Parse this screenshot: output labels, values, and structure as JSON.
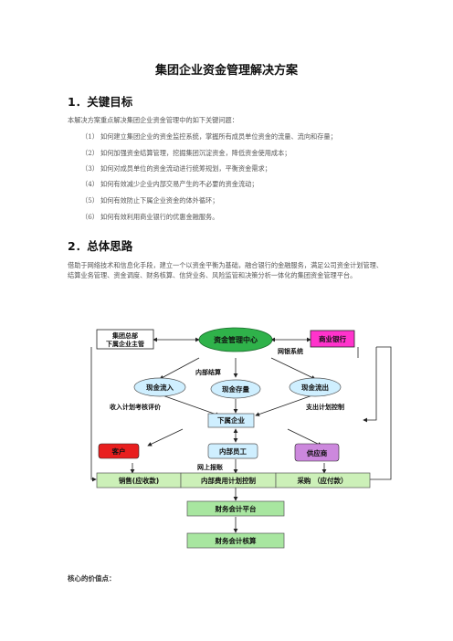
{
  "doc": {
    "title": "集团企业资金管理解决方案",
    "section1": {
      "heading": "1．关键目标",
      "intro": "本解决方案重点解决集团企业资金管理中的如下关键问题：",
      "items": [
        {
          "num": "（1）",
          "text": "如何建立集团企业的资金监控系统，掌握所有成员单位资金的流量、流向和存量；"
        },
        {
          "num": "（2）",
          "text": "如何加强资金结算管理，挖掘集团沉淀资金，降低资金使用成本；"
        },
        {
          "num": "（3）",
          "text": "如何对成员单位的资金流动进行统筹规划，平衡资金需求；"
        },
        {
          "num": "（4）",
          "text": "如何有效减少企业内部交易产生的不必要的资金流动；"
        },
        {
          "num": "（5）",
          "text": "如何有效防止下属企业资金的体外循环；"
        },
        {
          "num": "（6）",
          "text": "如何有效利用商业银行的优惠金融服务。"
        }
      ]
    },
    "section2": {
      "heading": "2．总体思路",
      "paragraph": "借助于网络技术和信息化手段，建立一个以资金平衡为基础，融合银行的金融服务，满足公司资金计划管理、结算业务管理、资金调度、财务核算、信贷业务、风险监管和决策分析一体化的集团资金管理平台。"
    },
    "caption": "核心的价值点："
  },
  "diagram": {
    "hq_line1": "集团总部",
    "hq_line2": "下属企业主管",
    "center": "资金管理中心",
    "bank": "商业银行",
    "netbank": "网银系统",
    "internal_settle": "内部结算",
    "cash_in": "现金流入",
    "cash_store": "现金存量",
    "cash_out": "现金流出",
    "income_plan": "收入计划考核评价",
    "expense_plan": "支出计划控制",
    "subsidiary": "下属企业",
    "customer": "客户",
    "staff": "内部员工",
    "supplier": "供应商",
    "online_reimb": "网上报账",
    "sales": "销售(应收款)",
    "expense_ctrl": "内部费用计划控制",
    "purchase": "采购 （应付款）",
    "platform": "财务会计平台",
    "accounting": "财务会计核算",
    "colors": {
      "green": "#2fb24a",
      "magenta": "#ff33cc",
      "lightblue": "#cfefff",
      "red": "#e81e1e",
      "purple": "#cc88dd",
      "palegreen": "#ccf0b8",
      "lightgreen": "#a8e6a0"
    }
  }
}
